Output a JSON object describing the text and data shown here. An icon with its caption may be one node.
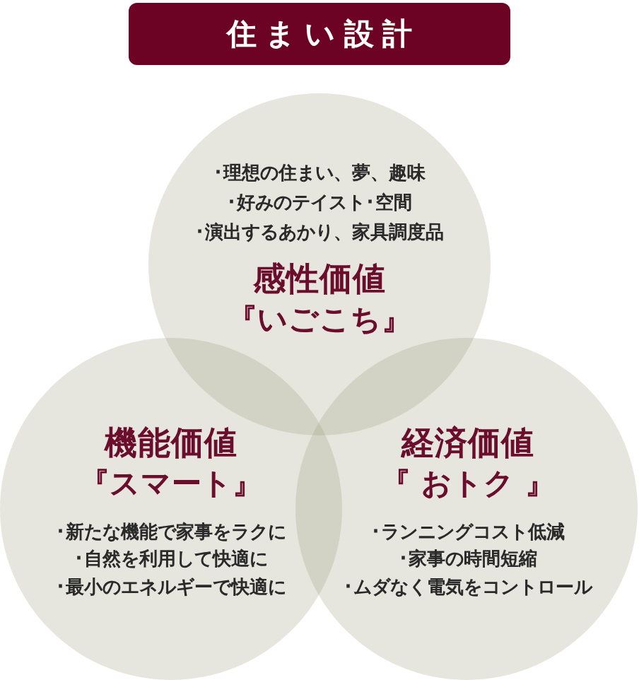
{
  "diagram": {
    "title": "住まい設計",
    "nodes": [
      {
        "text": [
          "･理想の住まい、夢、趣味",
          "･好みのテイスト･空間",
          "･演出するあかり、家具調度品",
          "感性価値",
          "『いごこち』"
        ]
      },
      {
        "text": [
          "機能価値",
          "『スマート』",
          "･新たな機能で家事をラクに",
          "･自然を利用して快適に",
          "･最小のエネルギーで快適に"
        ]
      },
      {
        "text": [
          "経済価値",
          "『 おトク 』",
          "･ランニングコスト低減",
          "･家事の時間短縮",
          "･ムダなく電気をコントロール"
        ]
      }
    ]
  }
}
